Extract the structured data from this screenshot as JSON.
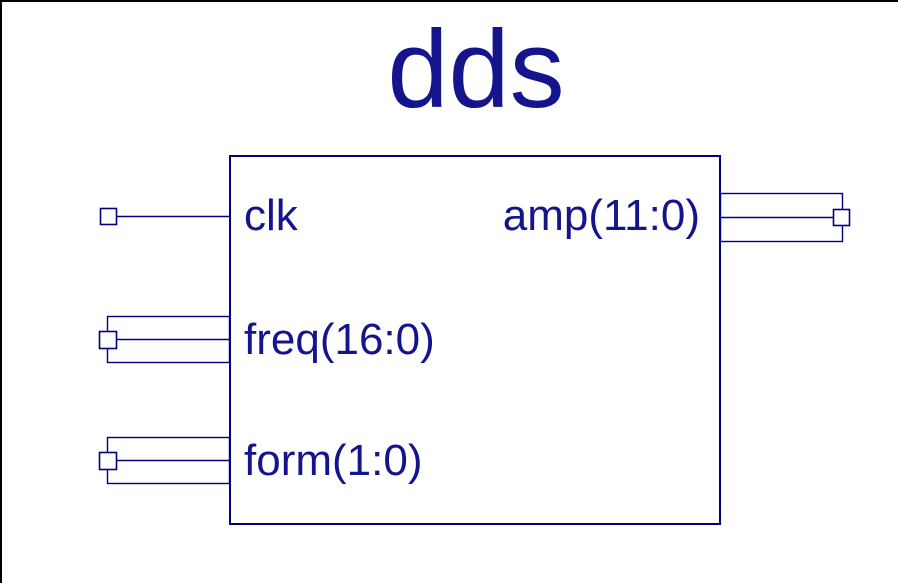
{
  "title": "dds",
  "colors": {
    "line": "#000080",
    "text": "#14148c",
    "border": "#000000",
    "background": "#ffffff"
  },
  "block": {
    "name": "dds",
    "ports": [
      {
        "id": "clk",
        "label": "clk",
        "direction": "input",
        "type": "scalar"
      },
      {
        "id": "freq",
        "label": "freq(16:0)",
        "direction": "input",
        "type": "bus"
      },
      {
        "id": "form",
        "label": "form(1:0)",
        "direction": "input",
        "type": "bus"
      },
      {
        "id": "amp",
        "label": "amp(11:0)",
        "direction": "output",
        "type": "bus"
      }
    ]
  }
}
